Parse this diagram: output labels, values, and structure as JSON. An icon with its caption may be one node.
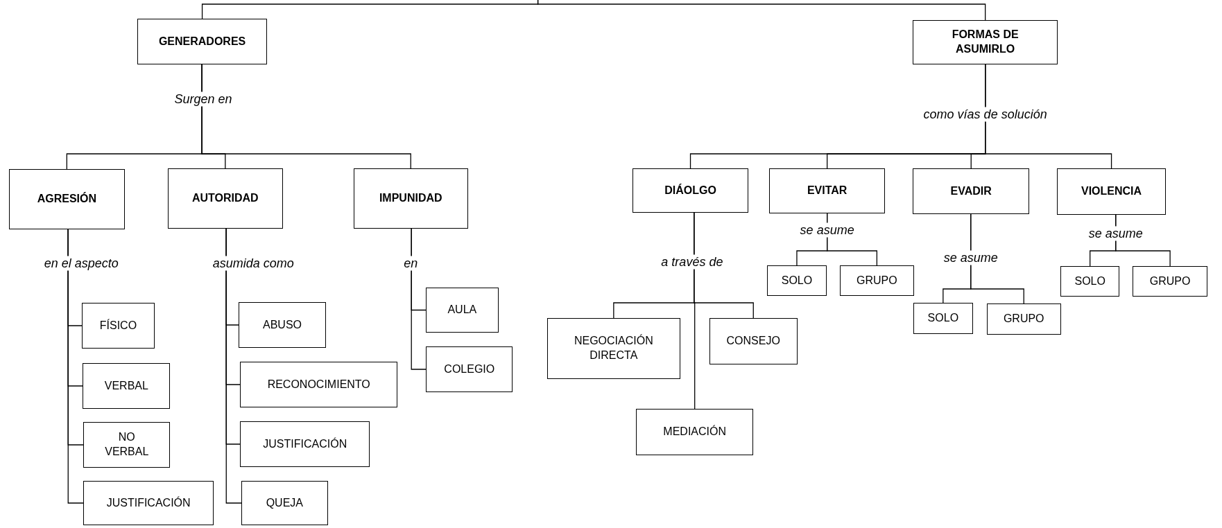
{
  "diagram": {
    "nodes": [
      {
        "text": [
          "GENERADORES"
        ]
      },
      {
        "text": [
          "FORMAS DE ASUMIRLO"
        ]
      },
      {
        "text": [
          "AGRESIÓN"
        ]
      },
      {
        "text": [
          "AUTORIDAD"
        ]
      },
      {
        "text": [
          "IMPUNIDAD"
        ]
      },
      {
        "text": [
          "DIÁOLGO"
        ]
      },
      {
        "text": [
          "EVITAR"
        ]
      },
      {
        "text": [
          "EVADIR"
        ]
      },
      {
        "text": [
          "VIOLENCIA"
        ]
      },
      {
        "text": [
          "FÍSICO"
        ]
      },
      {
        "text": [
          "VERBAL"
        ]
      },
      {
        "text": [
          "NO VERBAL"
        ]
      },
      {
        "text": [
          "JUSTIFICACIÓN"
        ]
      },
      {
        "text": [
          "ABUSO"
        ]
      },
      {
        "text": [
          "RECONOCIMIENTO"
        ]
      },
      {
        "text": [
          "JUSTIFICACIÓN"
        ]
      },
      {
        "text": [
          "QUEJA"
        ]
      },
      {
        "text": [
          "AULA"
        ]
      },
      {
        "text": [
          "COLEGIO"
        ]
      },
      {
        "text": [
          "NEGOCIACIÓN DIRECTA"
        ]
      },
      {
        "text": [
          "CONSEJO"
        ]
      },
      {
        "text": [
          "MEDIACIÓN"
        ]
      },
      {
        "text": [
          "SOLO"
        ]
      },
      {
        "text": [
          "GRUPO"
        ]
      },
      {
        "text": [
          "SOLO"
        ]
      },
      {
        "text": [
          "GRUPO"
        ]
      },
      {
        "text": [
          "SOLO"
        ]
      },
      {
        "text": [
          "GRUPO"
        ]
      }
    ],
    "edges": [
      {
        "from": null,
        "to": 0,
        "arrow": "none"
      },
      {
        "from": null,
        "to": 1,
        "arrow": "none"
      },
      {
        "from": 0,
        "to": 2,
        "arrow": "none",
        "label": "Surgen en"
      },
      {
        "from": 0,
        "to": 3,
        "arrow": "none"
      },
      {
        "from": 0,
        "to": 4,
        "arrow": "none"
      },
      {
        "from": 1,
        "to": 5,
        "arrow": "none",
        "label": "como vías de solución"
      },
      {
        "from": 1,
        "to": 6,
        "arrow": "none"
      },
      {
        "from": 1,
        "to": 7,
        "arrow": "none"
      },
      {
        "from": 1,
        "to": 8,
        "arrow": "none"
      },
      {
        "from": 2,
        "to": 9,
        "arrow": "none",
        "label": "en el aspecto"
      },
      {
        "from": 2,
        "to": 10,
        "arrow": "none"
      },
      {
        "from": 2,
        "to": 11,
        "arrow": "none"
      },
      {
        "from": 2,
        "to": 12,
        "arrow": "none"
      },
      {
        "from": 3,
        "to": 13,
        "arrow": "none",
        "label": "asumida como"
      },
      {
        "from": 3,
        "to": 14,
        "arrow": "none"
      },
      {
        "from": 3,
        "to": 15,
        "arrow": "none"
      },
      {
        "from": 3,
        "to": 16,
        "arrow": "none"
      },
      {
        "from": 4,
        "to": 17,
        "arrow": "none",
        "label": "en"
      },
      {
        "from": 4,
        "to": 18,
        "arrow": "none"
      },
      {
        "from": 5,
        "to": 19,
        "arrow": "none",
        "label": "a través de"
      },
      {
        "from": 5,
        "to": 20,
        "arrow": "none"
      },
      {
        "from": 5,
        "to": 21,
        "arrow": "none"
      },
      {
        "from": 6,
        "to": 22,
        "arrow": "none",
        "label": "se asume"
      },
      {
        "from": 6,
        "to": 23,
        "arrow": "none"
      },
      {
        "from": 7,
        "to": 24,
        "arrow": "none",
        "label": "se asume"
      },
      {
        "from": 7,
        "to": 25,
        "arrow": "none"
      },
      {
        "from": 8,
        "to": 26,
        "arrow": "none",
        "label": "se asume"
      },
      {
        "from": 8,
        "to": 27,
        "arrow": "none"
      }
    ]
  }
}
